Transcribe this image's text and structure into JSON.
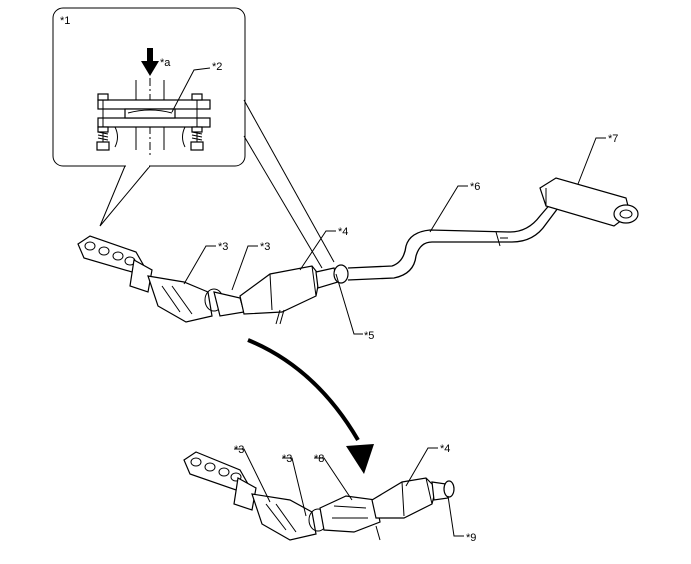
{
  "labels": {
    "detail_box": "*1",
    "gasket": "*2",
    "arrow_a": "*a",
    "bracket_left_top": "*3",
    "bracket_right_top": "*3",
    "converter_top": "*4",
    "gasket_5": "*5",
    "center_pipe": "*6",
    "tail_muffler": "*7",
    "bracket_left_bottom": "*3",
    "bracket_right_bottom": "*3",
    "heat_insulator": "*8",
    "converter_bottom": "*4",
    "gasket_9": "*9"
  },
  "colors": {
    "line": "#000000",
    "background": "#ffffff"
  },
  "icons": {
    "direction_arrow": "down-arrow-icon",
    "process_arrow": "curved-arrow-icon"
  }
}
